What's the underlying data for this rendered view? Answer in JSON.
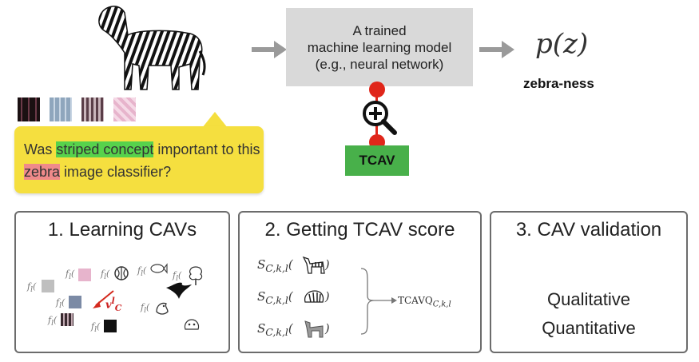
{
  "model": {
    "text": "A trained\nmachine learning model\n(e.g., neural network)"
  },
  "output": {
    "formula": "p(z)",
    "label": "zebra-ness"
  },
  "swatch_colors": [
    "#2a1e20",
    "#8fa6bd",
    "#6a5058",
    "#e7b4cc"
  ],
  "question": {
    "part1": "Was ",
    "concept": "striped concept",
    "part2": " important to this ",
    "target": "zebra",
    "part3": " image classifier?"
  },
  "tcav_box": {
    "label": "TCAV"
  },
  "panels": {
    "p1": {
      "title": "1. Learning CAVs",
      "f_label": "f",
      "f_sub": "l",
      "cav_label": "v",
      "cav_sup": "l",
      "cav_sub": "C"
    },
    "p2": {
      "title": "2. Getting TCAV score",
      "score_base": "S",
      "score_sub": "C,k,l",
      "paren_open": "(",
      "paren_close": ")",
      "result_base": "TCAVQ",
      "result_sub": "C,k,l"
    },
    "p3": {
      "title": "3. CAV validation",
      "line1": "Qualitative",
      "line2": "Quantitative"
    }
  },
  "icons": [
    "zebra-icon",
    "magnifier-plus-icon",
    "tree-icon",
    "bird-icon",
    "horse-icon",
    "dog-icon",
    "ball-icon",
    "fish-icon"
  ]
}
